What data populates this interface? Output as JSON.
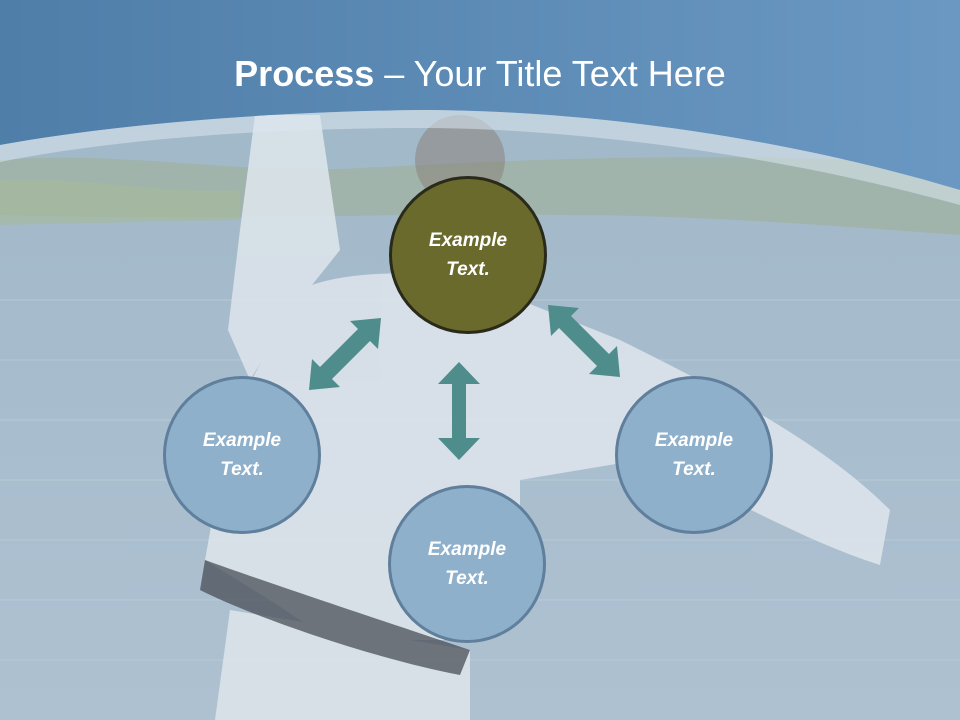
{
  "slide": {
    "title_bold": "Process",
    "title_rest": " – Your Title Text Here",
    "nodes": [
      {
        "line1": "Example",
        "line2": "Text."
      },
      {
        "line1": "Example",
        "line2": "Text."
      },
      {
        "line1": "Example",
        "line2": "Text."
      },
      {
        "line1": "Example",
        "line2": "Text."
      }
    ]
  },
  "colors": {
    "header_blue": "#5d89b4",
    "accent_circle": "#6b6a2d",
    "node_circle": "#8fb0cb",
    "arrow_teal": "#4f8c8c"
  }
}
